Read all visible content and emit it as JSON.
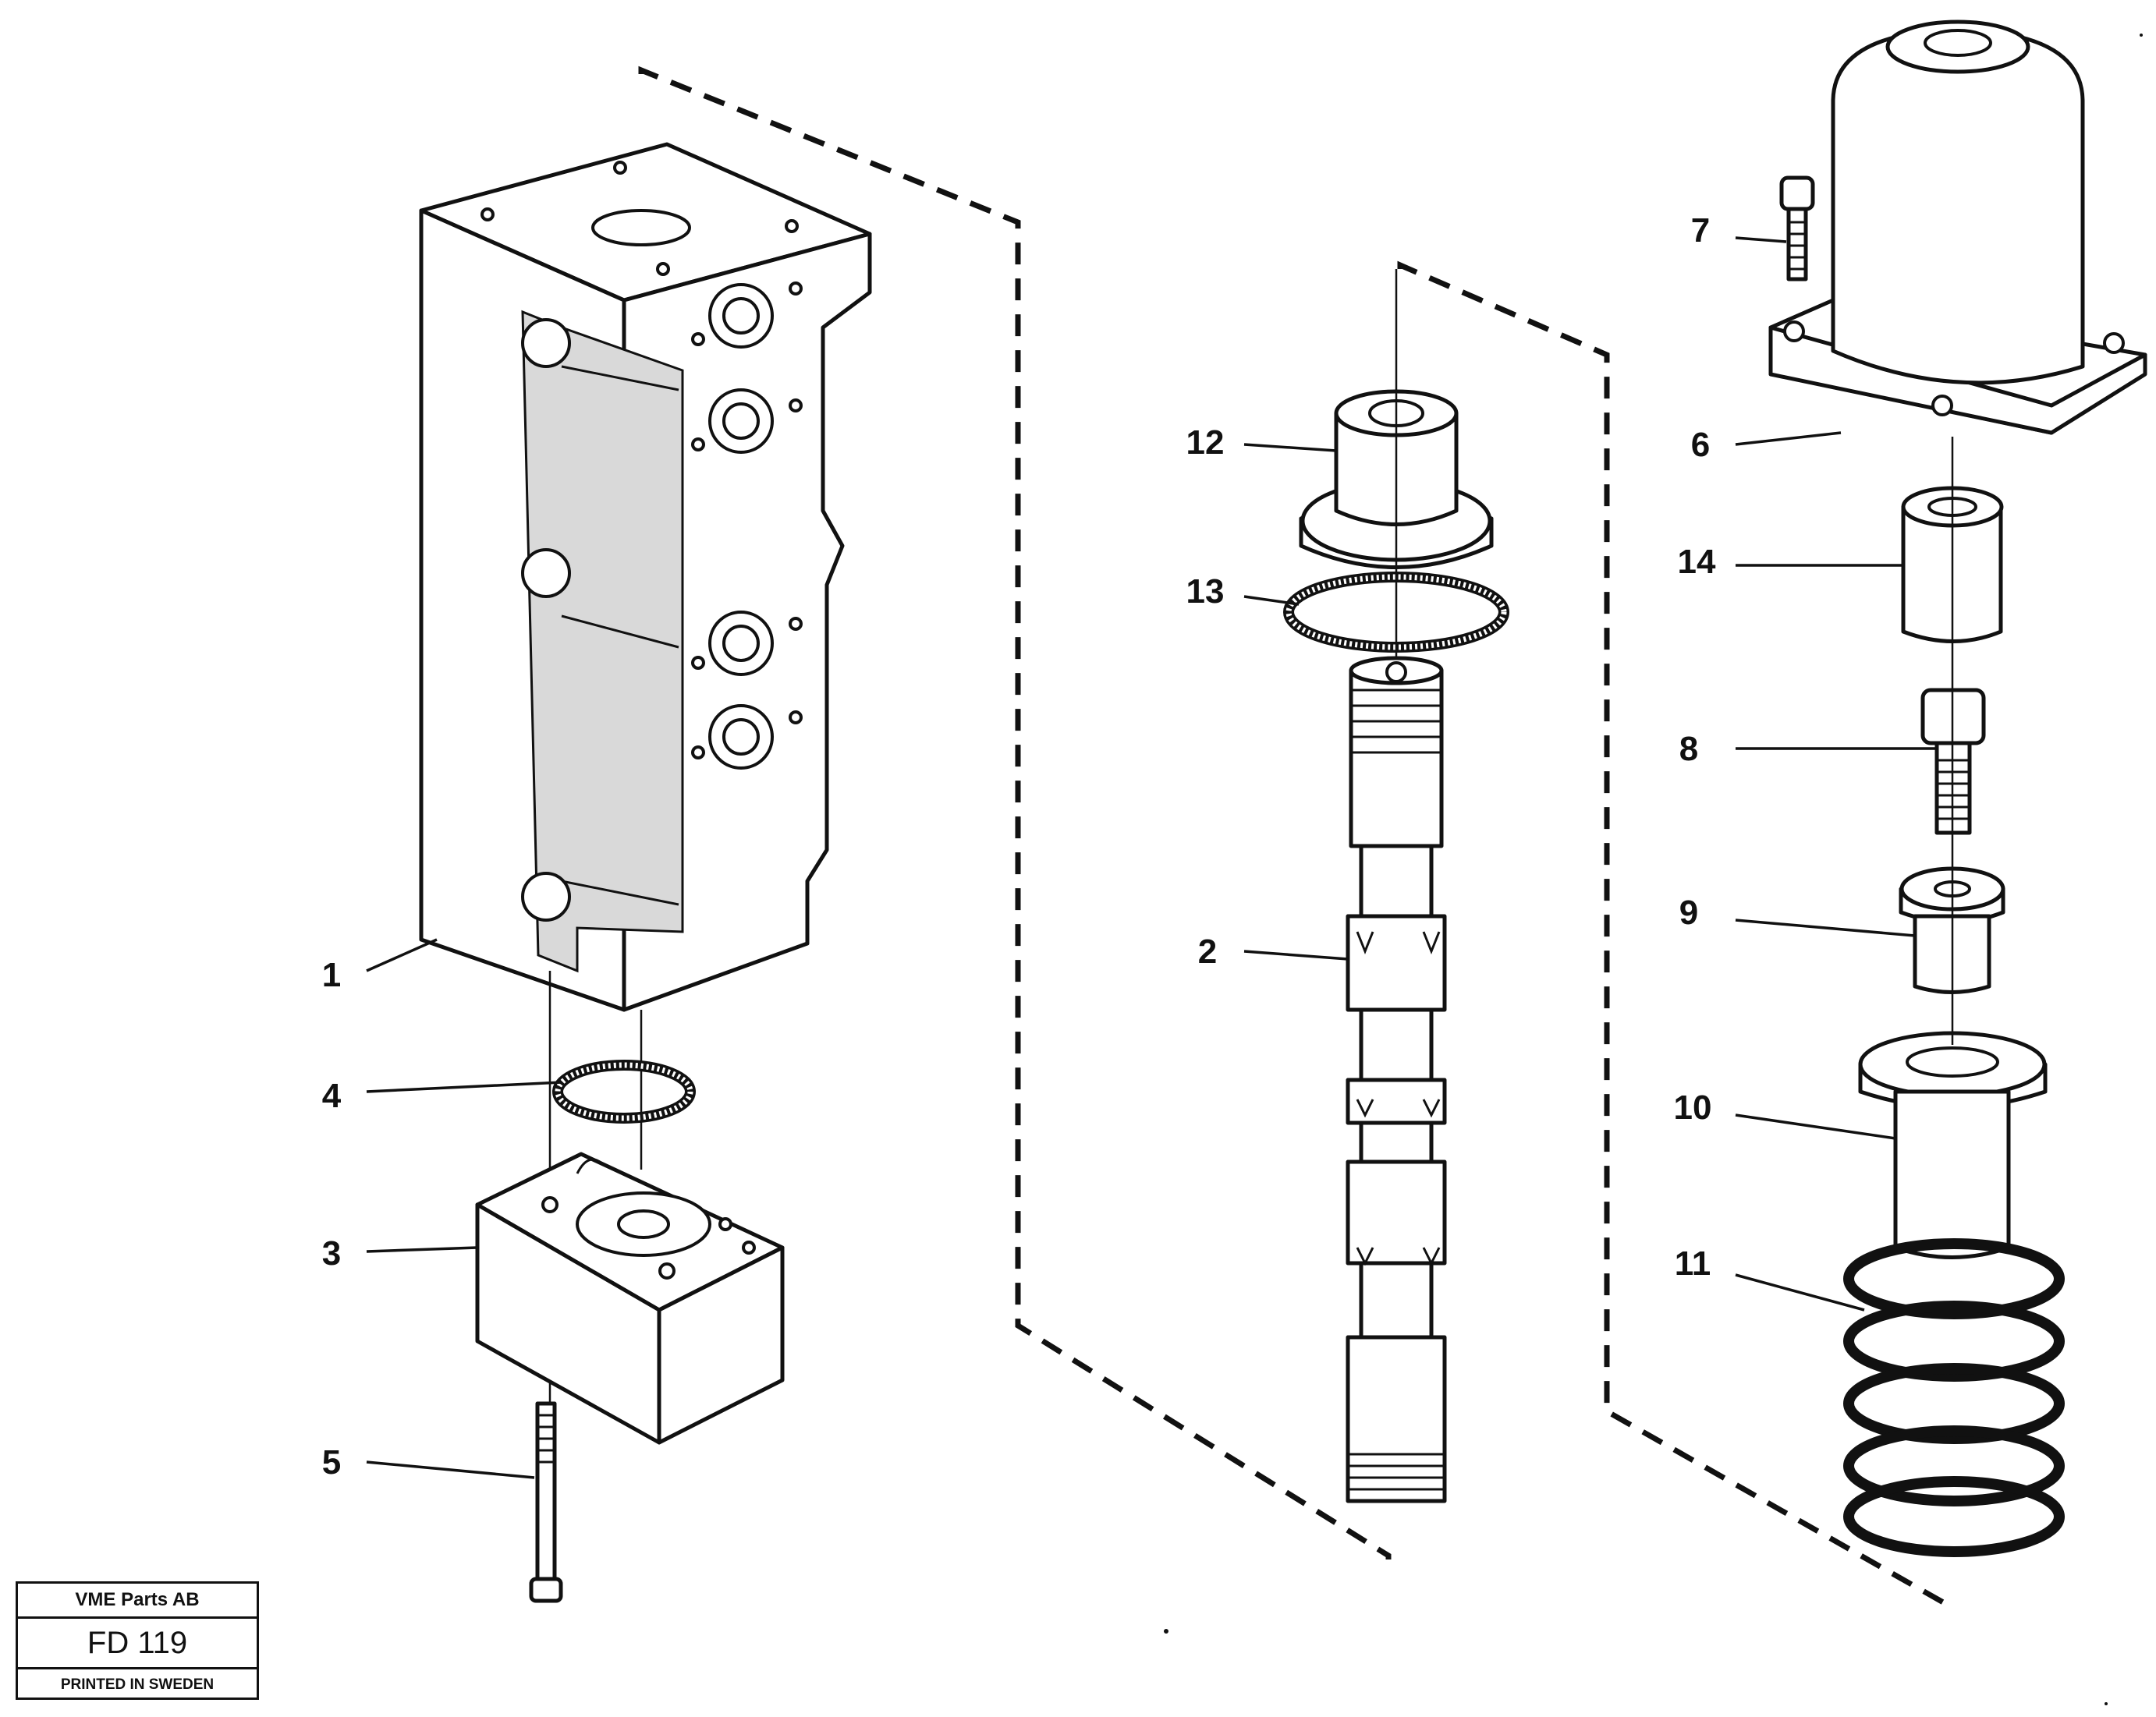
{
  "callouts": {
    "c1": "1",
    "c2": "2",
    "c3": "3",
    "c4": "4",
    "c5": "5",
    "c6": "6",
    "c7": "7",
    "c8": "8",
    "c9": "9",
    "c10": "10",
    "c11": "11",
    "c12": "12",
    "c13": "13",
    "c14": "14"
  },
  "title_block": {
    "company": "VME Parts AB",
    "code": "FD 119",
    "printed": "PRINTED IN SWEDEN"
  }
}
